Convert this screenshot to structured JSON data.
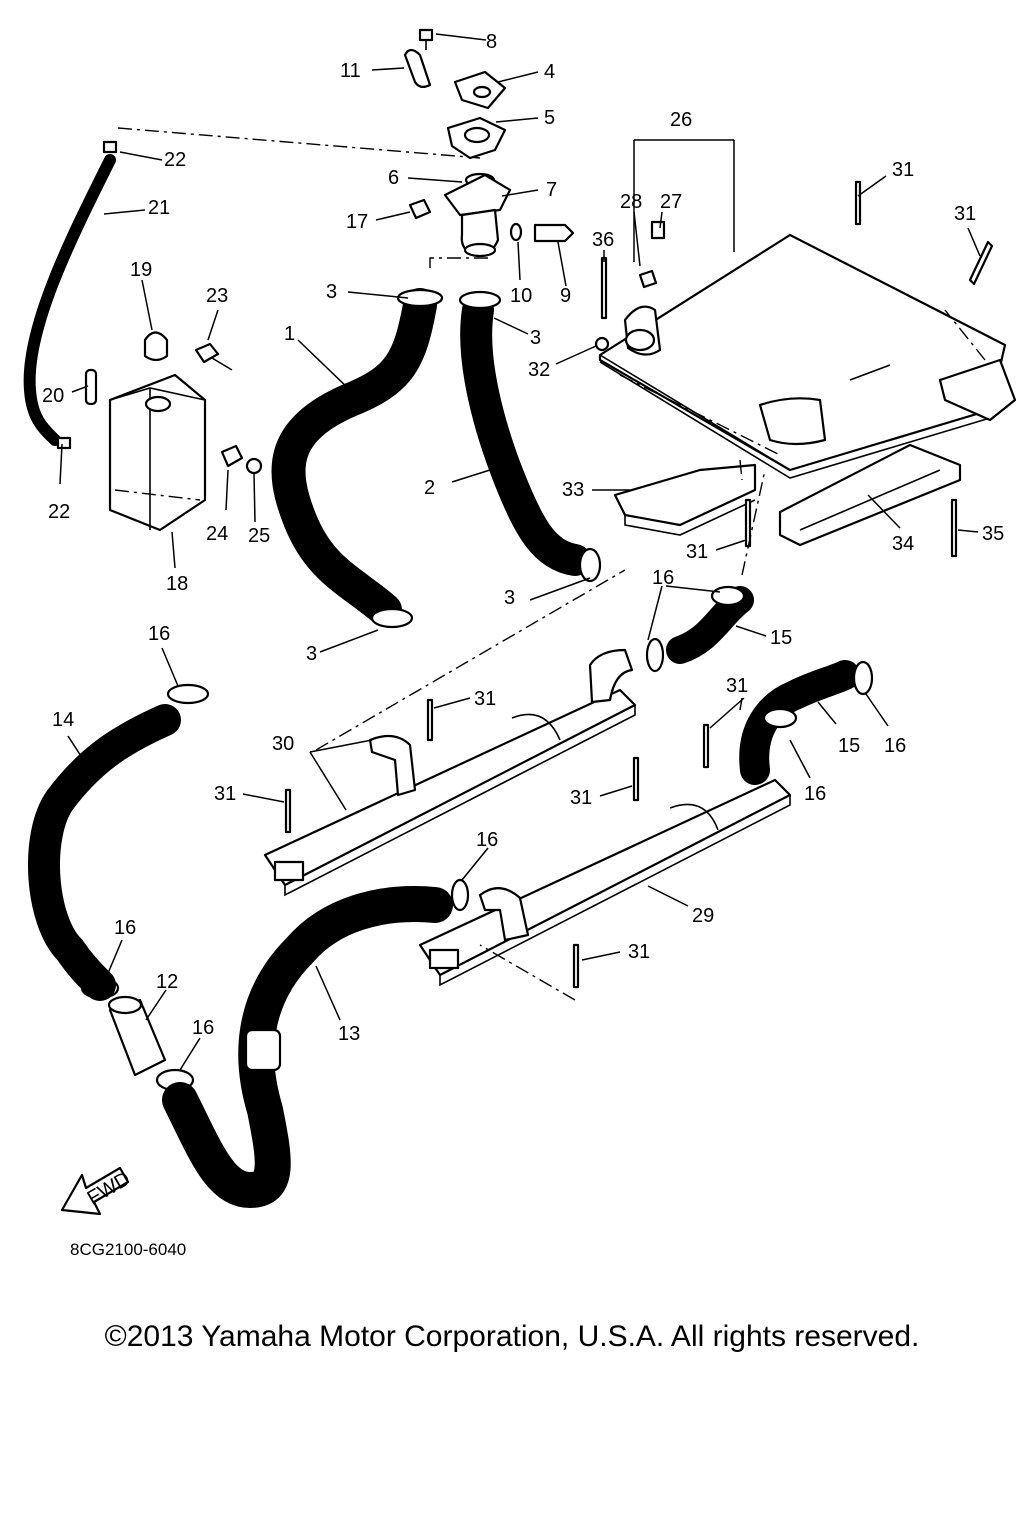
{
  "diagram": {
    "part_numbers": [
      "1",
      "2",
      "3",
      "4",
      "5",
      "6",
      "7",
      "8",
      "9",
      "10",
      "11",
      "12",
      "13",
      "14",
      "15",
      "16",
      "17",
      "18",
      "19",
      "20",
      "21",
      "22",
      "23",
      "24",
      "25",
      "26",
      "27",
      "28",
      "29",
      "30",
      "31",
      "32",
      "33",
      "34",
      "35",
      "36"
    ],
    "fwd_label": "FWD",
    "diagram_code": "8CG2100-6040"
  },
  "footer": {
    "copyright": "©2013 Yamaha Motor Corporation, U.S.A. All rights reserved."
  }
}
